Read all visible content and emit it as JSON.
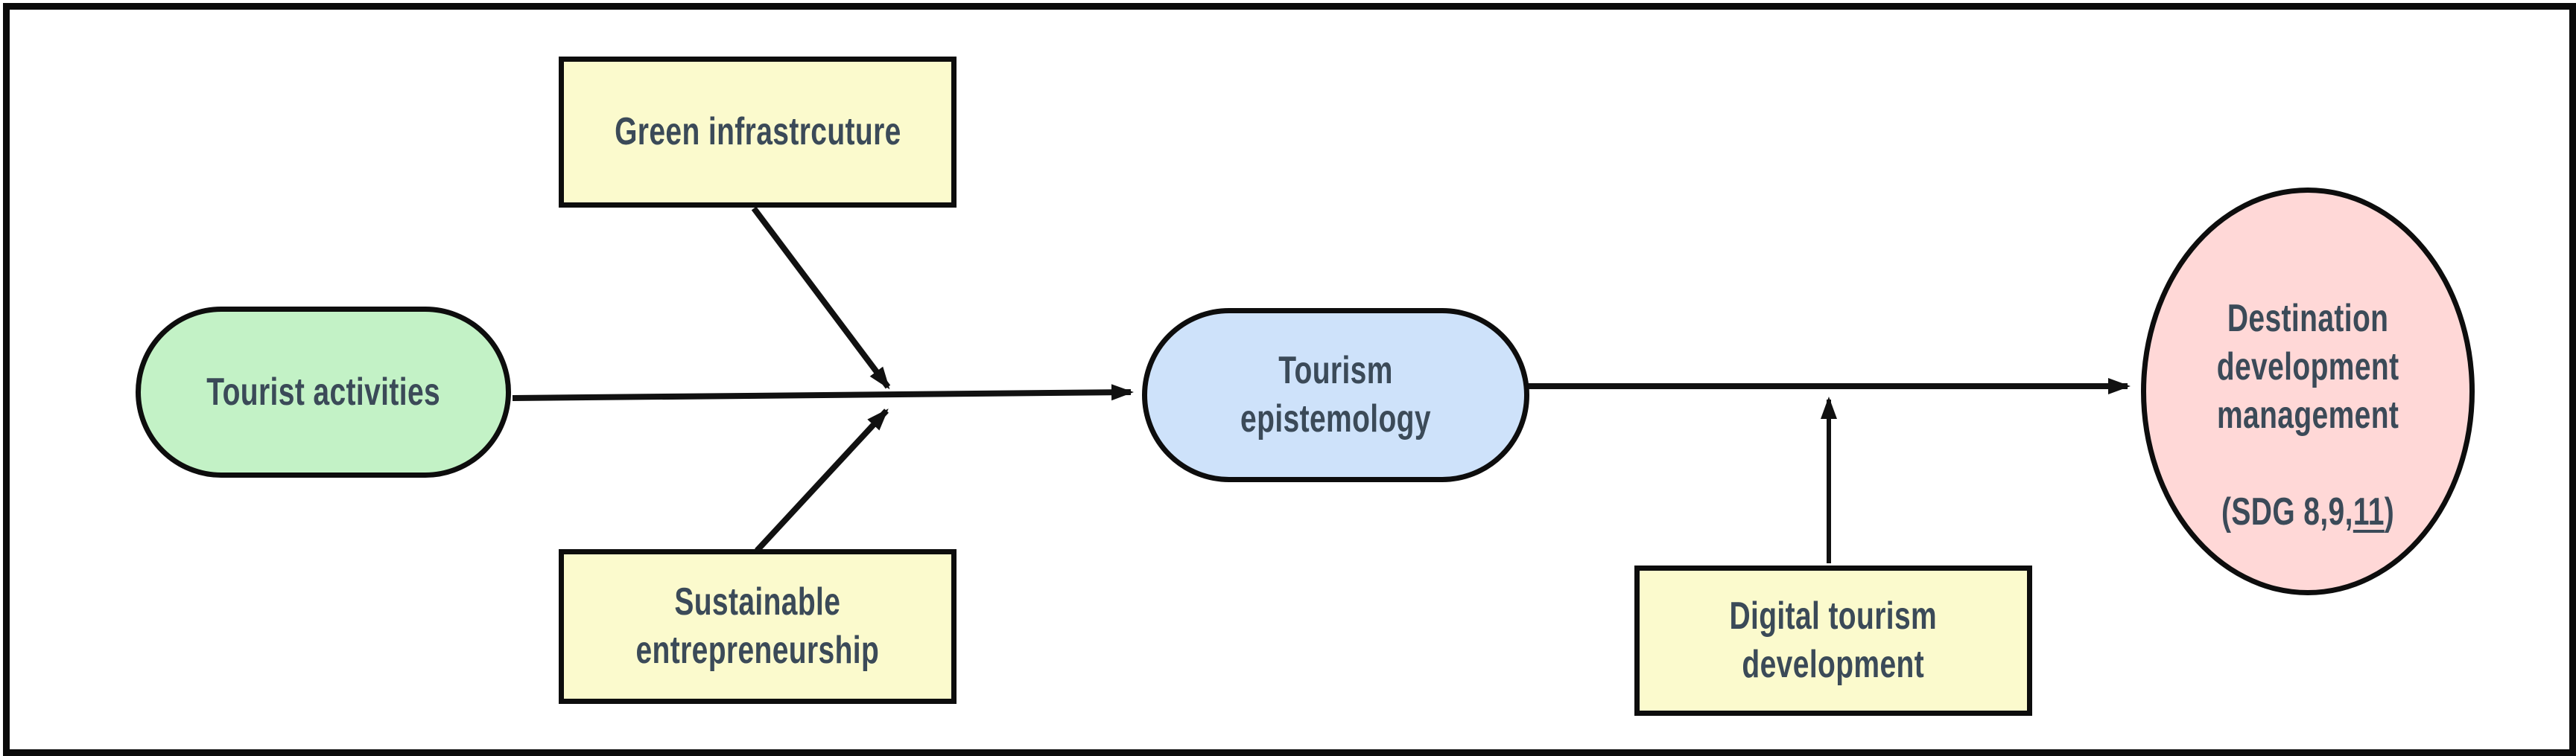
{
  "figure": {
    "type": "flow-diagram",
    "background": "#ffffff",
    "frame_color": "#0b0b0b",
    "arrow_color": "#111111",
    "text_color": "#3B4A58"
  },
  "nodes": {
    "tourist_activities": {
      "label": "Tourist activities",
      "shape": "stadium",
      "fill": "#C3F2C6"
    },
    "green_infrastructure": {
      "label": "Green infrastrcuture",
      "shape": "rectangle",
      "fill": "#FBFACD"
    },
    "sustainable_entrepreneurship": {
      "label": "Sustainable\nentrepreneurship",
      "shape": "rectangle",
      "fill": "#FBFACD"
    },
    "tourism_epistemology": {
      "label": "Tourism epistemology",
      "shape": "stadium",
      "fill": "#CEE2FA"
    },
    "digital_tourism_development": {
      "label": "Digital tourism\ndevelopment",
      "shape": "rectangle",
      "fill": "#FBFACD"
    },
    "destination_development_management": {
      "label": "Destination\ndevelopment\nmanagement",
      "sdg_prefix": "(SDG 8,9,",
      "sdg_underlined": "11",
      "sdg_suffix": ")",
      "shape": "ellipse",
      "fill": "#FFD8D7"
    }
  },
  "edges": [
    {
      "from": "tourist_activities",
      "to": "tourism_epistemology",
      "type": "arrow"
    },
    {
      "from": "green_infrastructure",
      "to": "main_path_junction",
      "type": "arrow"
    },
    {
      "from": "sustainable_entrepreneurship",
      "to": "main_path_junction",
      "type": "arrow"
    },
    {
      "from": "tourism_epistemology",
      "to": "destination_development_management",
      "type": "arrow"
    },
    {
      "from": "digital_tourism_development",
      "to": "epistemology_destination_path",
      "type": "arrow"
    }
  ]
}
